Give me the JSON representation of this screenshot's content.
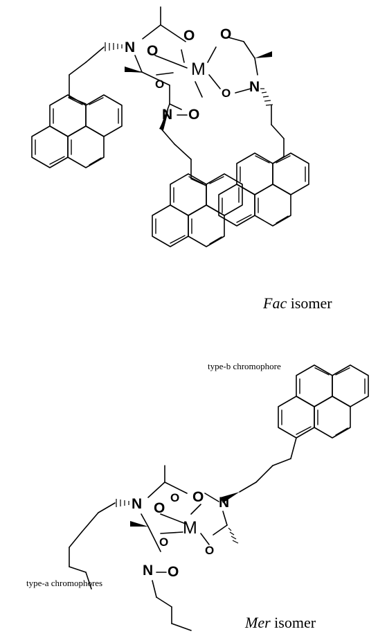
{
  "fac": {
    "isomer_name": "Fac",
    "isomer_word": "isomer",
    "metal": "M",
    "atoms": {
      "N": "N",
      "O": "O"
    }
  },
  "mer": {
    "isomer_name": "Mer",
    "isomer_word": "isomer",
    "metal": "M",
    "type_b_label": "type-b chromophore",
    "type_a_label": "type-a chromophores"
  }
}
